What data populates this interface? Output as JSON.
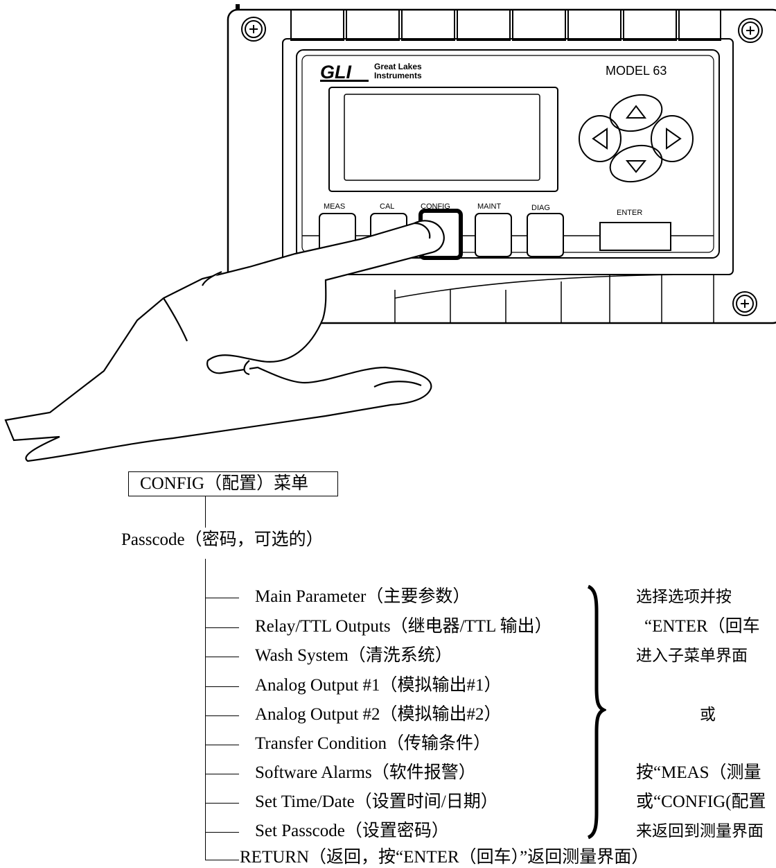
{
  "device": {
    "logo_text": "GLI",
    "brand_line1": "Great Lakes",
    "brand_line2": "Instruments",
    "model": "MODEL 63",
    "buttons": [
      "MEAS",
      "CAL",
      "CONFIG",
      "MAINT",
      "DIAG",
      "ENTER"
    ]
  },
  "menu": {
    "root": "CONFIG（配置）菜单",
    "passcode": "Passcode（密码，可选的）",
    "items": [
      "Main Parameter（主要参数）",
      "Relay/TTL Outputs（继电器/TTL 输出）",
      "Wash System（清洗系统）",
      "Analog Output #1（模拟输出#1）",
      "Analog Output #2（模拟输出#2）",
      "Transfer Condition（传输条件）",
      "Software Alarms（软件报警）",
      "Set Time/Date（设置时间/日期）",
      "Set Passcode（设置密码）"
    ],
    "return_item": "RETURN（返回，按“ENTER（回车）”返回测量界面）"
  },
  "notes": {
    "line1": "选择选项并按",
    "line2": "“ENTER（回车",
    "line3": "进入子菜单界面",
    "or": "或",
    "line4": "按“MEAS（测量",
    "line5": "或“CONFIG(配置",
    "line6": "来返回到测量界面"
  }
}
